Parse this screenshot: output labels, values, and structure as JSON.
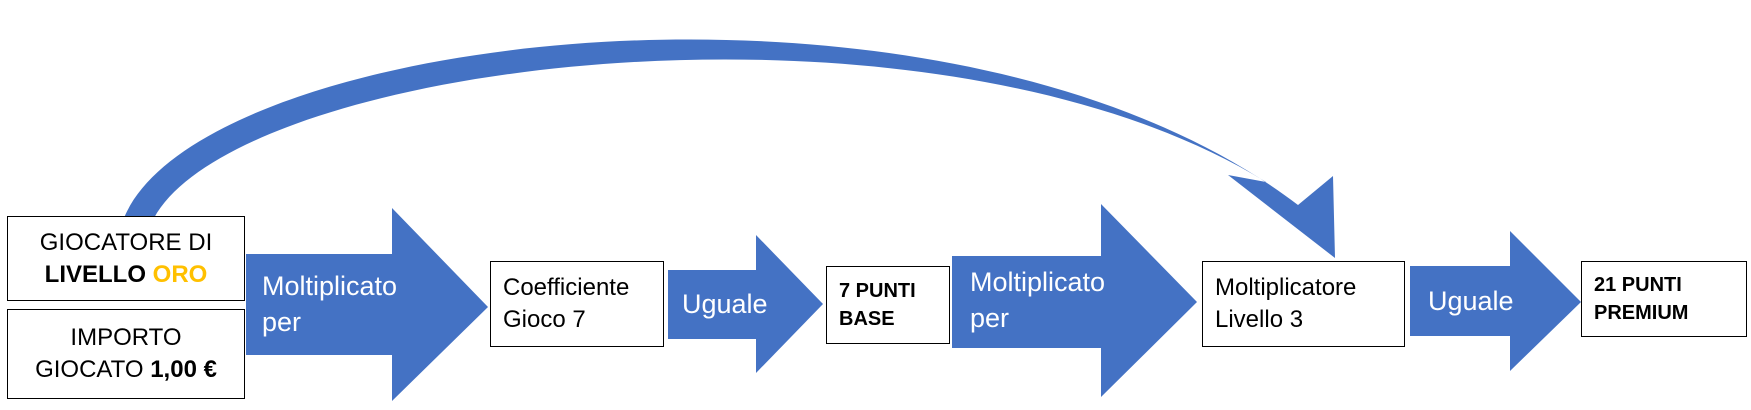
{
  "colors": {
    "arrow_fill": "#4472c4",
    "gold_text": "#ffc000",
    "box_border": "#000000"
  },
  "boxes": {
    "player_level": {
      "line1": "GIOCATORE DI",
      "line2_bold": "LIVELLO",
      "line2_gold": "ORO"
    },
    "amount_played": {
      "line1": "IMPORTO",
      "line2_prefix": "GIOCATO",
      "line2_bold": "1,00 €"
    },
    "game_coefficient": {
      "line1": "Coefficiente",
      "line2": "Gioco 7"
    },
    "base_points": {
      "line1": "7 PUNTI",
      "line2": "BASE"
    },
    "level_multiplier": {
      "line1": "Moltiplicatore",
      "line2": "Livello 3"
    },
    "premium_points": {
      "line1": "21 PUNTI",
      "line2": "PREMIUM"
    }
  },
  "arrows": {
    "multiply_1": {
      "line1": "Moltiplicato",
      "line2": "per"
    },
    "equals_1": {
      "line1": "Uguale"
    },
    "multiply_2": {
      "line1": "Moltiplicato",
      "line2": "per"
    },
    "equals_2": {
      "line1": "Uguale"
    }
  }
}
